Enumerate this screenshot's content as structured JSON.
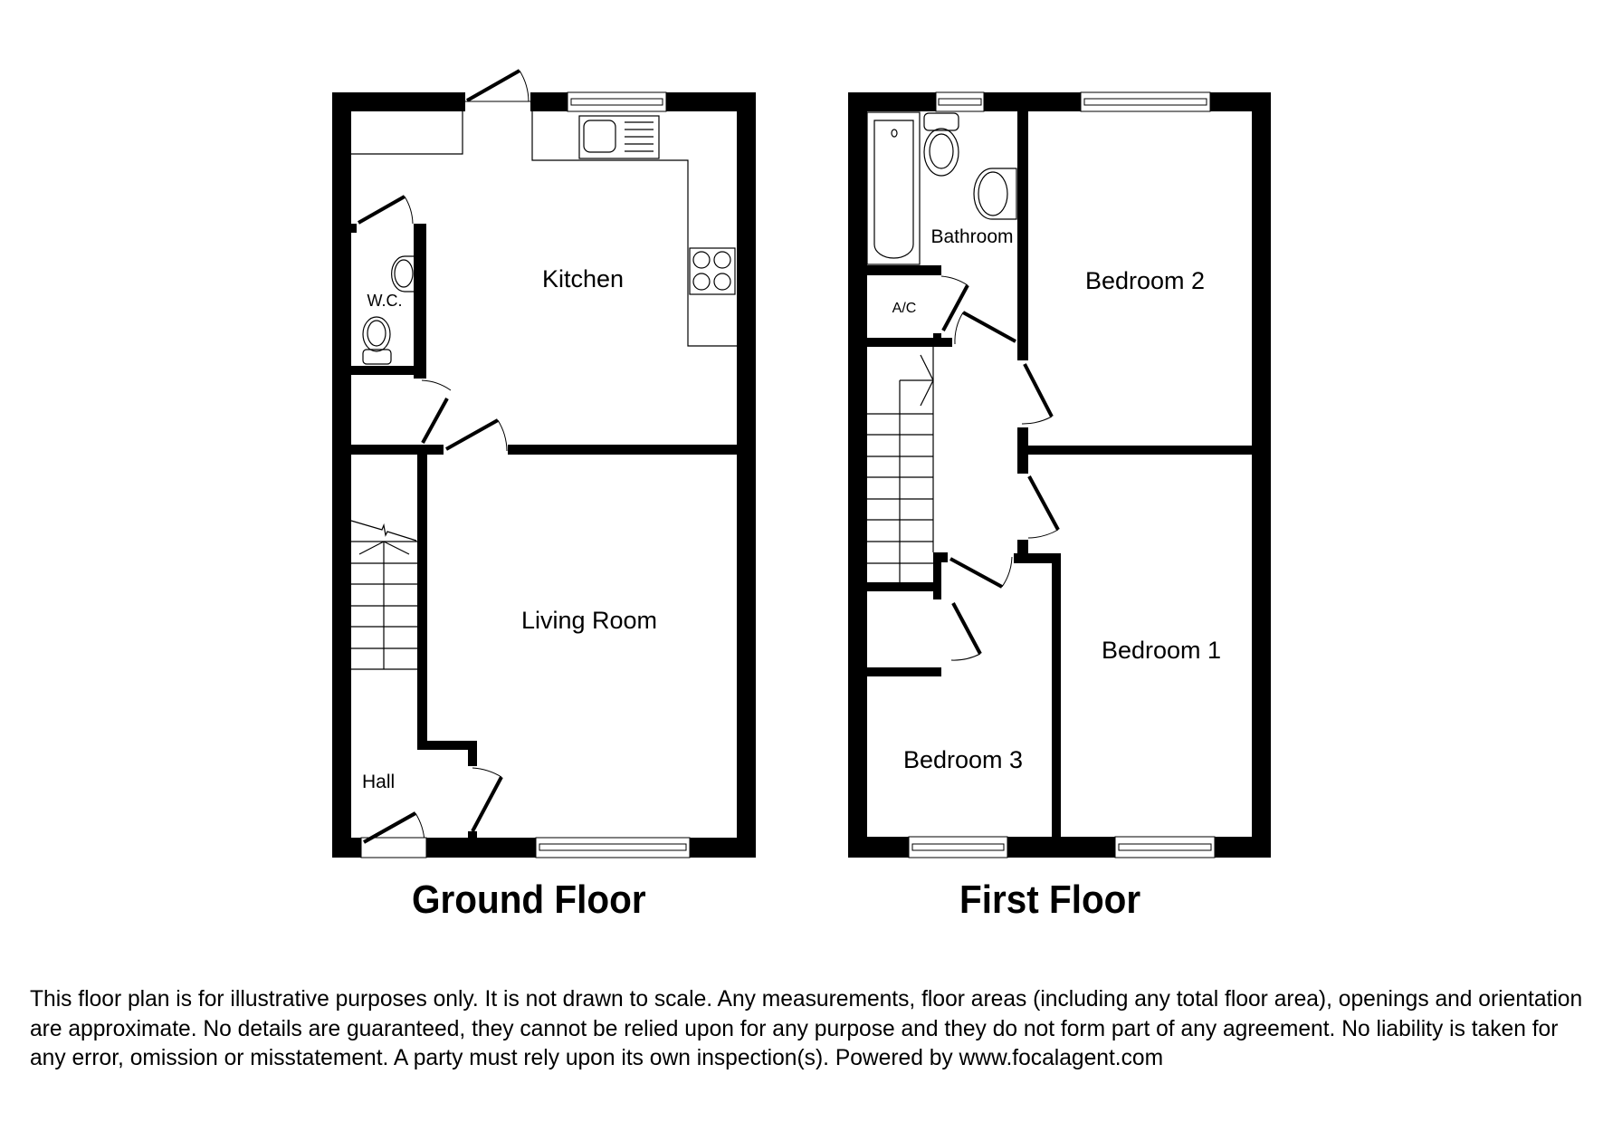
{
  "floors": [
    {
      "title": "Ground Floor",
      "rooms": [
        {
          "name": "Kitchen"
        },
        {
          "name": "W.C."
        },
        {
          "name": "Living Room"
        },
        {
          "name": "Hall"
        }
      ],
      "fixtures": [
        "sink-drainer",
        "hob-4-ring",
        "toilet",
        "wash-basin",
        "staircase-up"
      ]
    },
    {
      "title": "First Floor",
      "rooms": [
        {
          "name": "Bathroom"
        },
        {
          "name": "A/C"
        },
        {
          "name": "Bedroom 2"
        },
        {
          "name": "Bedroom 1"
        },
        {
          "name": "Bedroom 3"
        }
      ],
      "fixtures": [
        "bath",
        "toilet",
        "wash-basin",
        "staircase-down"
      ]
    }
  ],
  "disclaimer": "This floor plan is for illustrative purposes only. It is not drawn to scale. Any measurements, floor areas (including any total floor area), openings and orientation are approximate. No details are guaranteed, they cannot be relied upon for any purpose and they do not form part of any agreement. No liability is taken for any error, omission or misstatement. A party must rely upon its own inspection(s). Powered by www.focalagent.com",
  "colors": {
    "wall": "#000000",
    "background": "#ffffff",
    "line": "#000000"
  }
}
